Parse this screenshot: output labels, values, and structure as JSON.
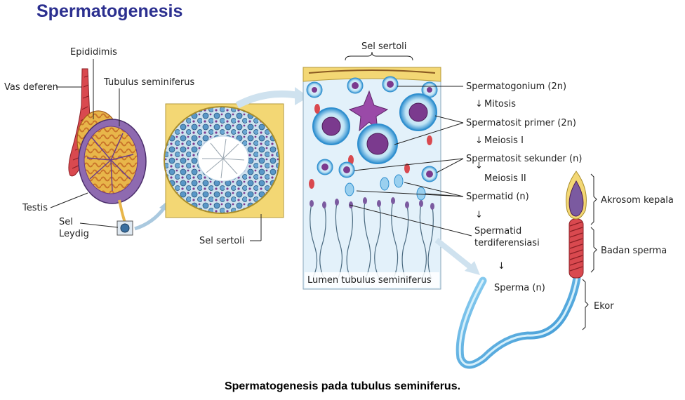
{
  "title": "Spermatogenesis",
  "caption": "Spermatogenesis pada tubulus seminiferus.",
  "labels": {
    "epididimis": "Epididimis",
    "vas_deferen": "Vas deferen",
    "tubulus_seminiferus": "Tubulus seminiferus",
    "testis": "Testis",
    "sel_leydig_1": "Sel",
    "sel_leydig_2": "Leydig",
    "sel_sertoli_cross": "Sel sertoli",
    "sel_sertoli_top": "Sel sertoli",
    "lumen": "Lumen tubulus seminiferus",
    "spermatogonium": "Spermatogonium (2n)",
    "mitosis": "Mitosis",
    "spermatosit_primer": "Spermatosit primer (2n)",
    "meiosis1": "Meiosis I",
    "spermatosit_sekunder": "Spermatosit sekunder (n)",
    "meiosis2": "Meiosis II",
    "spermatid": "Spermatid (n)",
    "spermatid_terdif_1": "Spermatid",
    "spermatid_terdif_2": "terdiferensiasi",
    "sperma": "Sperma (n)",
    "akrosom": "Akrosom kepala",
    "badan": "Badan sperma",
    "ekor": "Ekor"
  },
  "colors": {
    "title": "#2b2f8f",
    "connective": "#f3d774",
    "cell_blue": "#2f8fcf",
    "nucleus_purple": "#7b3a8e",
    "vessel_red": "#d9494f"
  }
}
